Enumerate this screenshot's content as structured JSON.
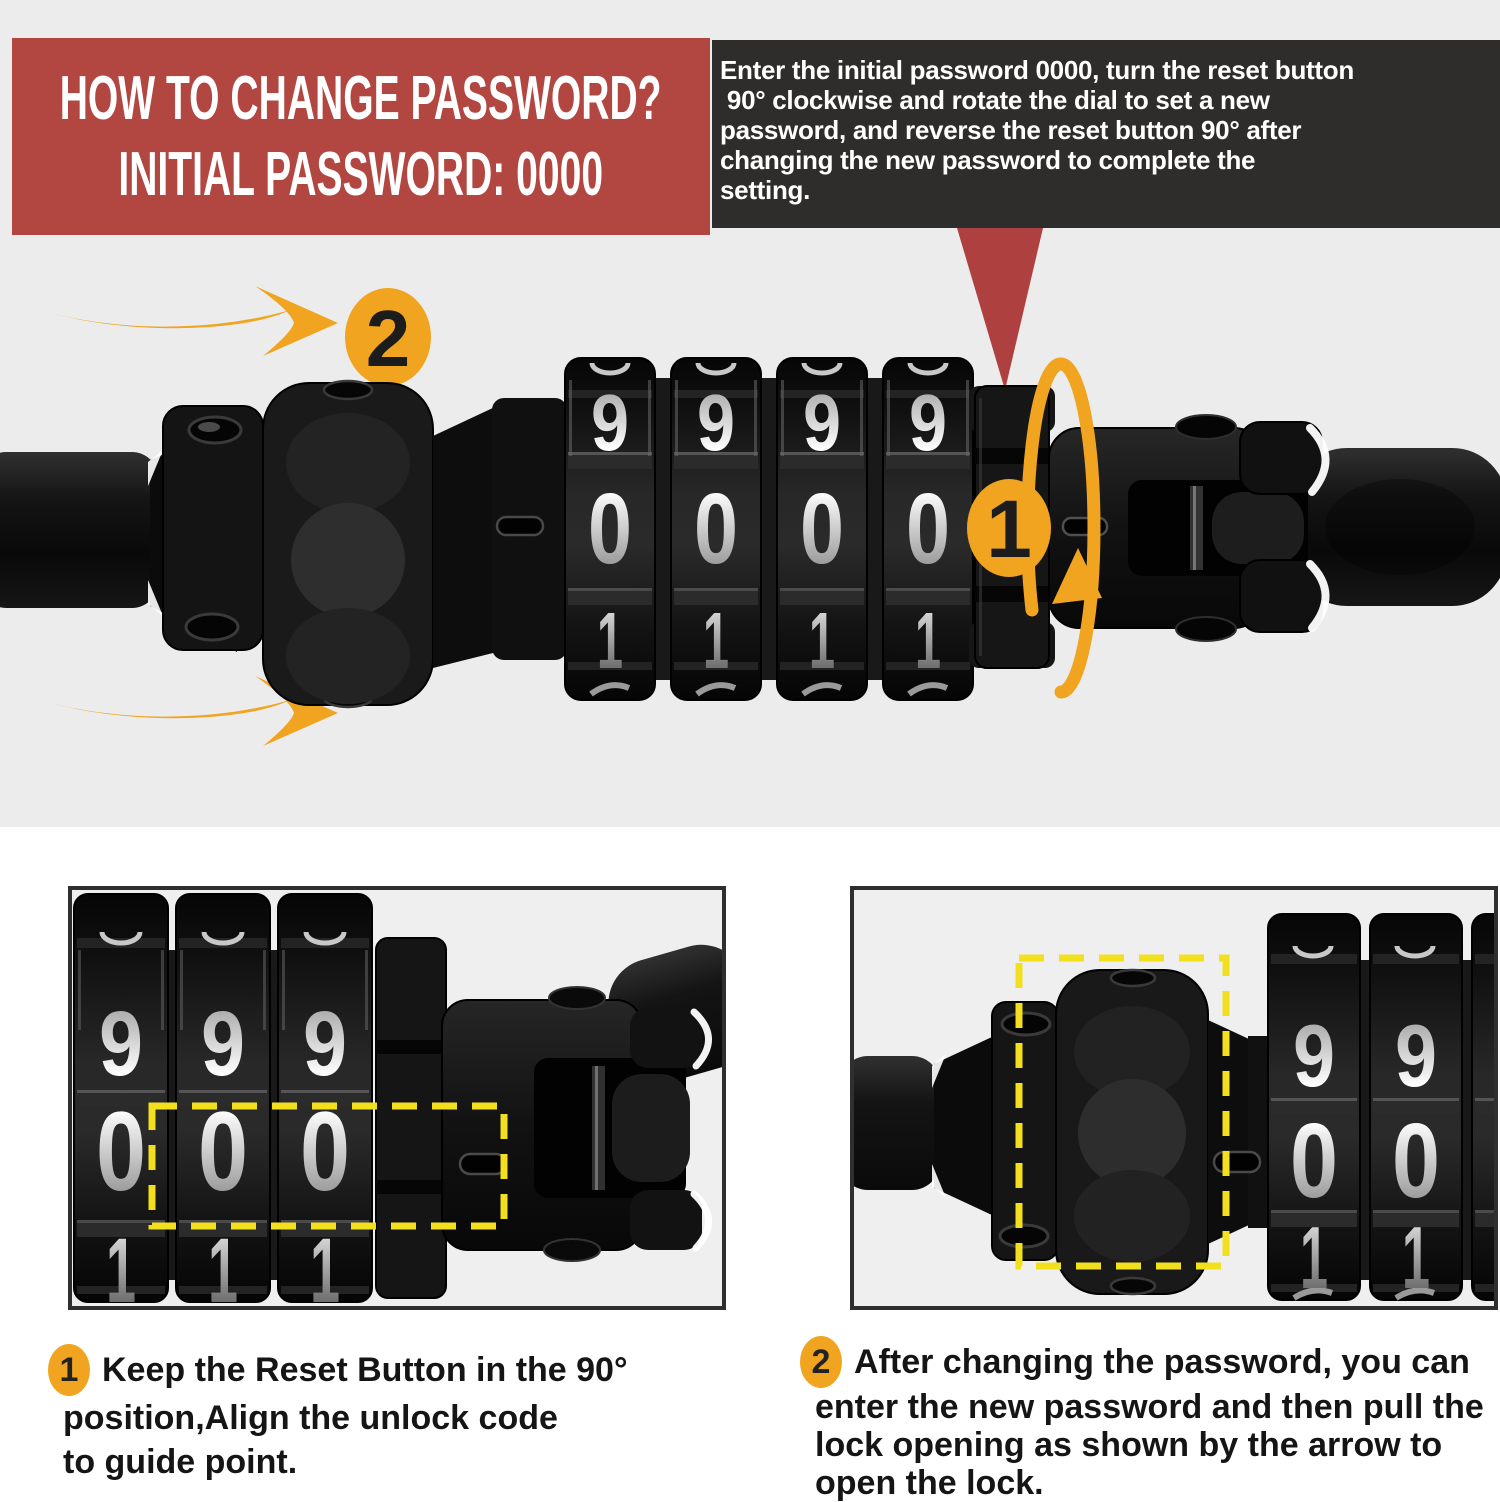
{
  "colors": {
    "background_top": "#ececec",
    "background_bottom": "#ffffff",
    "banner_red": "#b24641",
    "pointer_red": "#ae4140",
    "instruction_black": "#2e2d2b",
    "accent_orange": "#f0a41f",
    "highlight_yellow": "#f2df1d"
  },
  "banner": {
    "line1": "HOW TO CHANGE PASSWORD?",
    "line2": "INITIAL PASSWORD: 0000"
  },
  "instructions": {
    "line1": "Enter the initial password 0000, turn the reset button",
    "line2": " 90° clockwise and rotate the dial to set a new",
    "line3": "password, and reverse the reset button 90° after",
    "line4": "changing the new password to complete the",
    "line5": "setting."
  },
  "lock": {
    "dial_top_digit": "9",
    "dial_middle_digit": "0",
    "dial_bottom_digit": "1",
    "step1_badge": "1",
    "step2_badge": "2"
  },
  "captions": {
    "step1": {
      "badge": "1",
      "line1": "Keep the Reset Button in the 90°",
      "line2": "position,Align the unlock code",
      "line3": "to guide point."
    },
    "step2": {
      "badge": "2",
      "line1": "After changing the password, you can",
      "line2": "enter the new password and then pull the",
      "line3": "lock opening as shown by the arrow to",
      "line4": "open the lock."
    }
  }
}
